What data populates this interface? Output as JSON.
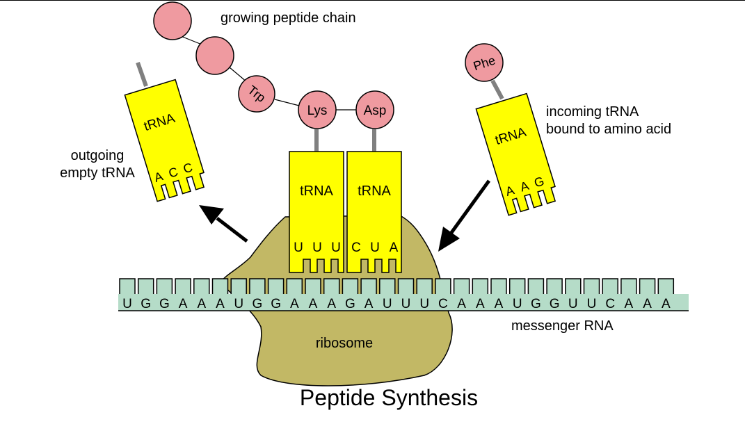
{
  "title": "Peptide Synthesis",
  "labels": {
    "growing_chain": "growing peptide chain",
    "outgoing": [
      "outgoing",
      "empty tRNA"
    ],
    "incoming": [
      "incoming tRNA",
      "bound to amino acid"
    ],
    "messenger_rna": "messenger RNA",
    "ribosome": "ribosome"
  },
  "mrna_sequence": [
    "U",
    "G",
    "G",
    "A",
    "A",
    "A",
    "U",
    "G",
    "G",
    "A",
    "A",
    "A",
    "G",
    "A",
    "U",
    "U",
    "U",
    "C",
    "A",
    "A",
    "A",
    "U",
    "G",
    "G",
    "U",
    "U",
    "C",
    "A",
    "A",
    "A"
  ],
  "amino_acids": {
    "trp": "Trp",
    "lys": "Lys",
    "asp": "Asp",
    "phe": "Phe"
  },
  "trnas": {
    "outgoing": {
      "label": "tRNA",
      "anticodon": [
        "A",
        "C",
        "C"
      ]
    },
    "p_site": {
      "label": "tRNA",
      "anticodon": [
        "U",
        "U",
        "U"
      ]
    },
    "a_site": {
      "label": "tRNA",
      "anticodon": [
        "C",
        "U",
        "A"
      ]
    },
    "incoming": {
      "label": "tRNA",
      "anticodon": [
        "A",
        "A",
        "G"
      ]
    }
  },
  "colors": {
    "ribosome": "#c2b865",
    "mrna": "#b5dcc8",
    "trna": "#ffff00",
    "amino_acid": "#ef9aa0",
    "stroke": "#000000",
    "stem": "#808080"
  }
}
